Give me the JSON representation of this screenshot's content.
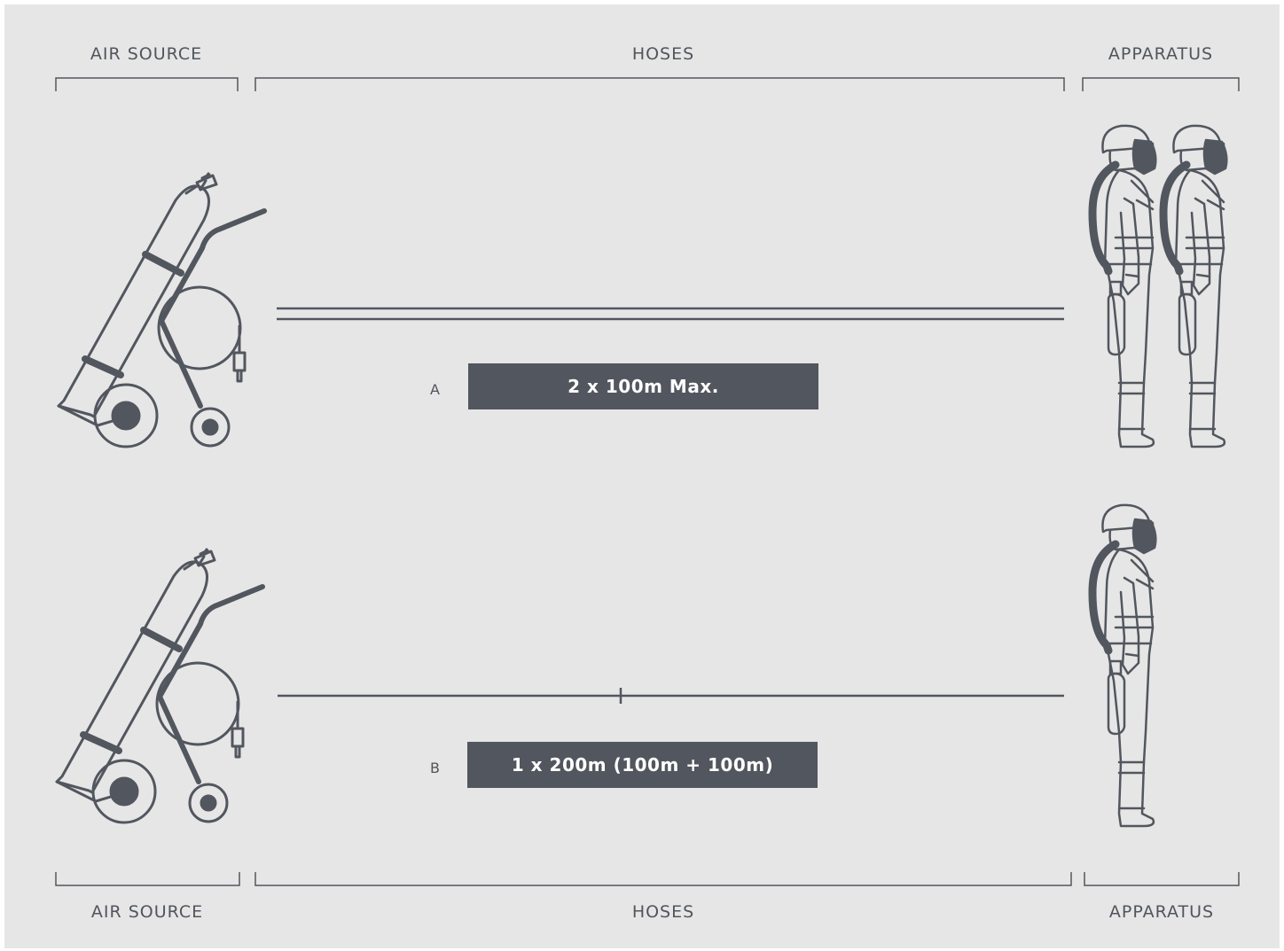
{
  "headers": {
    "top": [
      "AIR SOURCE",
      "HOSES",
      "APPARATUS"
    ],
    "bottom": [
      "AIR SOURCE",
      "HOSES",
      "APPARATUS"
    ]
  },
  "rows": [
    {
      "letter": "A",
      "label": "2 x 100m Max.",
      "persons": 2,
      "hose": "double"
    },
    {
      "letter": "B",
      "label": "1 x 200m (100m + 100m)",
      "persons": 1,
      "hose": "single-joined"
    }
  ],
  "colors": {
    "background": "#e6e6e6",
    "line": "#52565e",
    "bar": "#52565e",
    "bar_text": "#ffffff"
  }
}
